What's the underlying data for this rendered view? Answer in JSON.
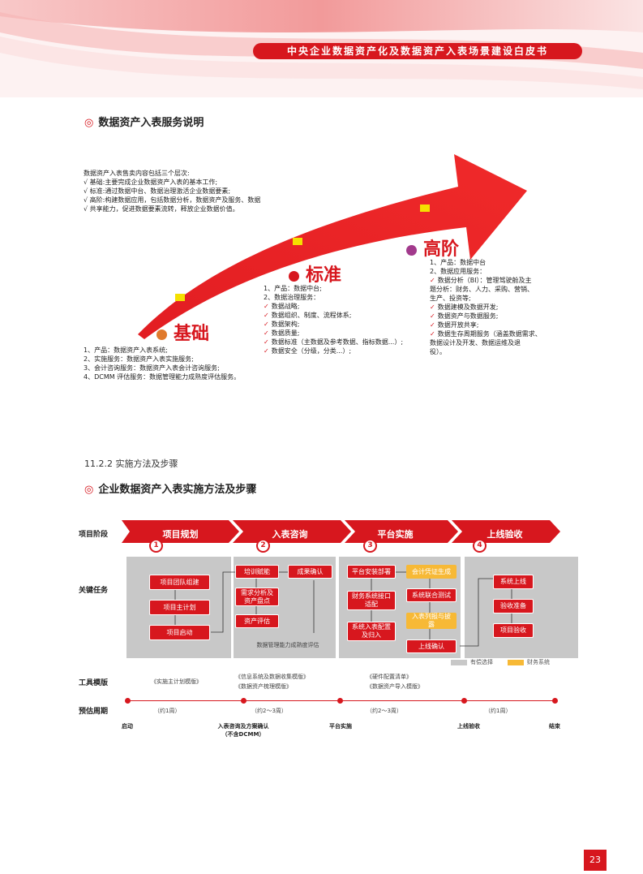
{
  "header": {
    "title": "中央企业数据资产化及数据资产入表场景建设白皮书"
  },
  "section1": {
    "title": "数据资产入表服务说明",
    "intro": [
      "数据资产入表售卖内容包括三个层次:",
      "√  基础:主要完成企业数据资产入表的基本工作;",
      "√  标准:通过数据中台、数据治理激活企业数据要素;",
      "√  高阶:构建数据应用，包括数据分析，数据资产及服务、数据",
      "√  共享能力，促进数据要素流转，释放企业数据价值。"
    ],
    "stages": [
      {
        "name": "基础",
        "color": "#e07a2c",
        "items": [
          {
            "check": false,
            "text": "1、产品：数据资产入表系统;"
          },
          {
            "check": false,
            "text": "2、实施服务：数据资产入表实施服务;"
          },
          {
            "check": false,
            "text": "3、会计咨询服务：数据资产入表会计咨询服务;"
          },
          {
            "check": false,
            "text": "4、DCMM 评估服务：数据管理能力成熟度评估服务。"
          }
        ]
      },
      {
        "name": "标准",
        "color": "#d7171e",
        "items": [
          {
            "check": false,
            "text": "1、产品：数据中台;"
          },
          {
            "check": false,
            "text": "2、数据治理服务："
          },
          {
            "check": true,
            "text": "数据战略;"
          },
          {
            "check": true,
            "text": "数据组织、制度、流程体系;"
          },
          {
            "check": true,
            "text": "数据架构;"
          },
          {
            "check": true,
            "text": "数据质量;"
          },
          {
            "check": true,
            "text": "数据标准（主数据及参考数据、指标数据...）;"
          },
          {
            "check": true,
            "text": "数据安全（分级，分类...）;"
          }
        ]
      },
      {
        "name": "高阶",
        "color": "#a23a8c",
        "items": [
          {
            "check": false,
            "text": "1、产品：数据中台"
          },
          {
            "check": false,
            "text": "2、数据应用服务："
          },
          {
            "check": true,
            "text": "数据分析（BI）：管理驾驶舱及主"
          },
          {
            "check": false,
            "text": "    题分析：财务、人力、采购、营销、"
          },
          {
            "check": false,
            "text": "    生产、投资等;"
          },
          {
            "check": true,
            "text": "数据建模及数据开发;"
          },
          {
            "check": true,
            "text": "数据资产与数据服务;"
          },
          {
            "check": true,
            "text": "数据开放共享;"
          },
          {
            "check": true,
            "text": "数据生存周期服务（涵盖数据需求、"
          },
          {
            "check": false,
            "text": "    数据设计及开发、数据运维及退"
          },
          {
            "check": false,
            "text": "    役）。"
          }
        ]
      }
    ]
  },
  "section2": {
    "number_title": "11.2.2 实施方法及步骤",
    "title": "企业数据资产入表实施方法及步骤",
    "row_labels": {
      "phase": "项目阶段",
      "tasks": "关键任务",
      "tools": "工具模版",
      "period": "预估周期"
    },
    "phases": [
      {
        "label": "项目规划",
        "num": "1"
      },
      {
        "label": "入表咨询",
        "num": "2"
      },
      {
        "label": "平台实施",
        "num": "3"
      },
      {
        "label": "上线验收",
        "num": "4"
      }
    ],
    "tasks": {
      "p1": [
        "项目团队组建",
        "项目主计划",
        "项目启动"
      ],
      "p2": [
        "培训赋能",
        "需求分析及\n资产盘点",
        "资产评估",
        "成果确认"
      ],
      "p2_note": "数据管理能力成熟度评估",
      "p3_red": [
        "平台安装部署",
        "财务系统接口\n适配",
        "系统入表配置\n及归入",
        "系统联合测试",
        "上线确认"
      ],
      "p3_yellow": [
        "会计凭证生成",
        "入表列报与披\n露"
      ],
      "p4": [
        "系统上线",
        "验收准备",
        "项目验收"
      ]
    },
    "legend": [
      {
        "label": "有偿选择",
        "color": "#c8c8c8"
      },
      {
        "label": "财务系统",
        "color": "#f7b936"
      }
    ],
    "tools": [
      [
        "《实施主计划模版》"
      ],
      [
        "《信息系统及数据收集模版》",
        "《数据资产梳理模版》"
      ],
      [
        "《硬件配置清单》",
        "《数据资产导入模版》"
      ]
    ],
    "durations": [
      "（约1周）",
      "（约2～3周）",
      "（约2～3周）",
      "（约1周）"
    ],
    "milestones": [
      "启动",
      "入表咨询及方案确认\n（不含DCMM）",
      "平台实施",
      "上线验收",
      "结束"
    ]
  },
  "page_number": "23"
}
